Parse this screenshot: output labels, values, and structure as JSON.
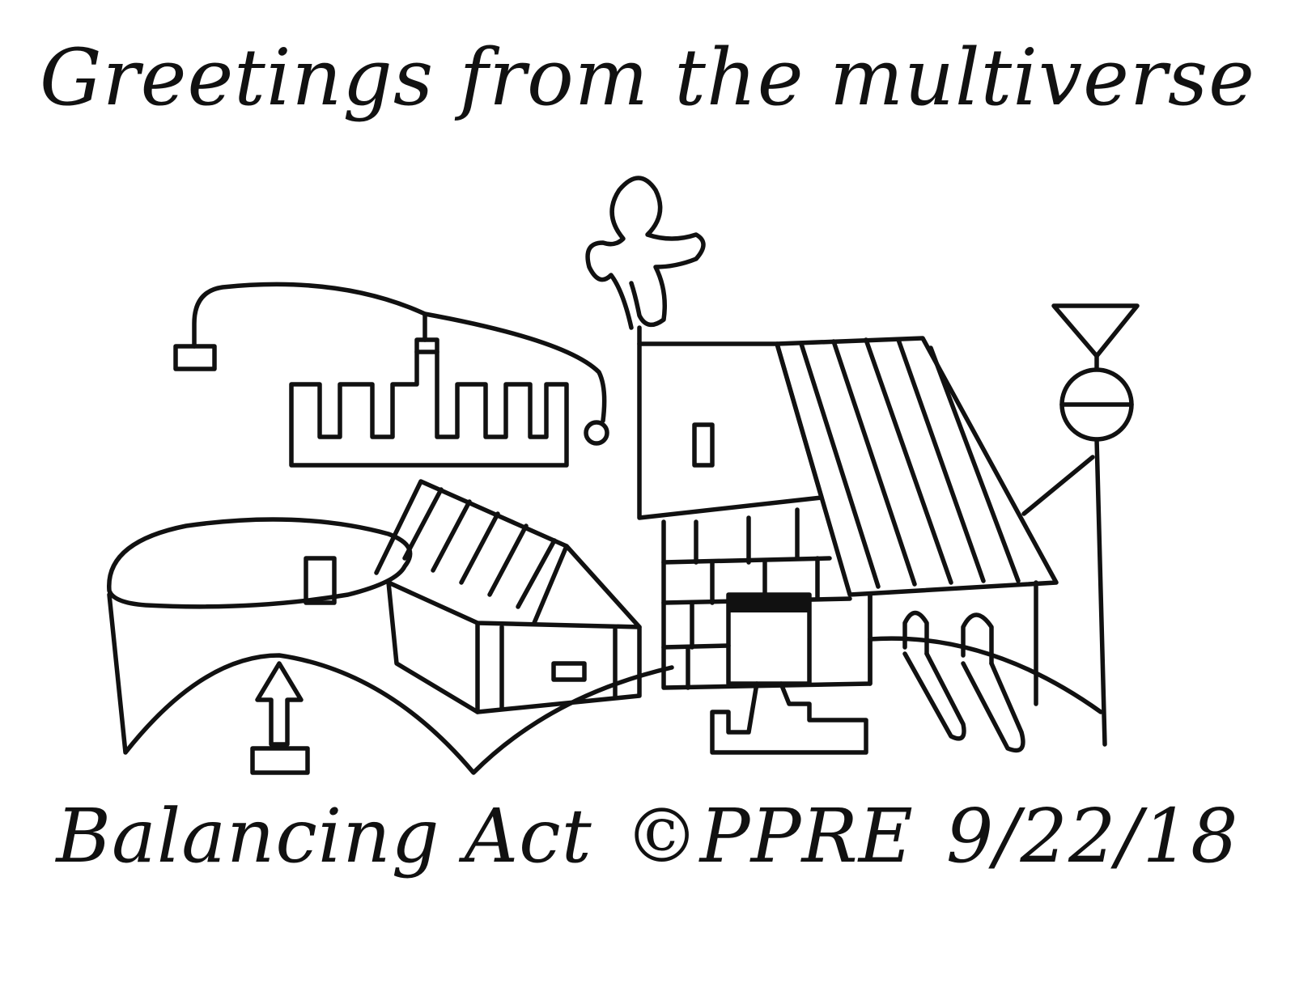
{
  "heading": "Greetings from the multiverse",
  "footer": {
    "title": "Balancing Act",
    "copyright": "©PPRE",
    "date": "9/22/18"
  },
  "colors": {
    "ink": "#111111",
    "paper": "#ffffff"
  }
}
